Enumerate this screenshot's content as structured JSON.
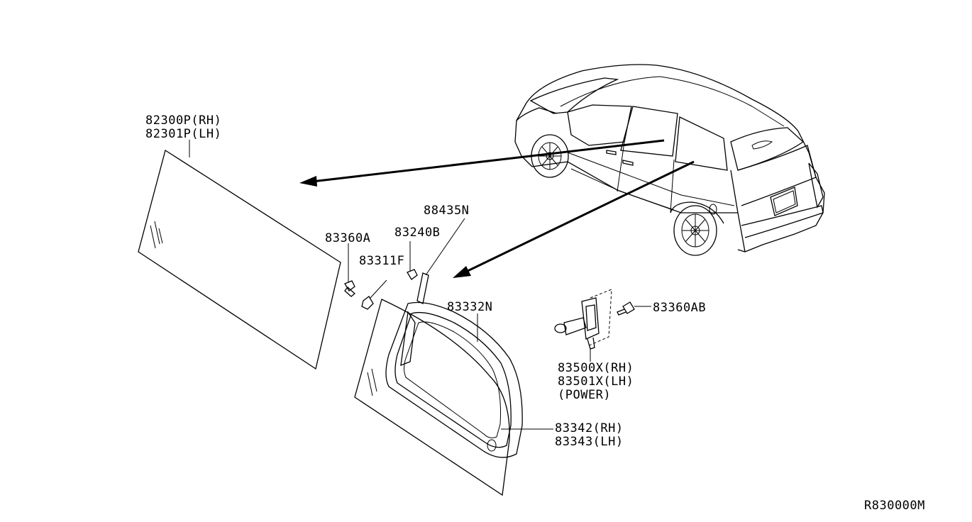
{
  "labels": {
    "rear_glass_rh": "82300P(RH)",
    "rear_glass_lh": "82301P(LH)",
    "clip_a": "83360A",
    "fastener_b": "83240B",
    "clip_f": "83311F",
    "seal": "88435N",
    "molding": "83332N",
    "screw_ab": "83360AB",
    "actuator_rh": "83500X(RH)",
    "actuator_lh": "83501X(LH)",
    "actuator_power": "(POWER)",
    "quarter_glass_rh": "83342(RH)",
    "quarter_glass_lh": "83343(LH)",
    "diagram_code": "R830000M"
  }
}
